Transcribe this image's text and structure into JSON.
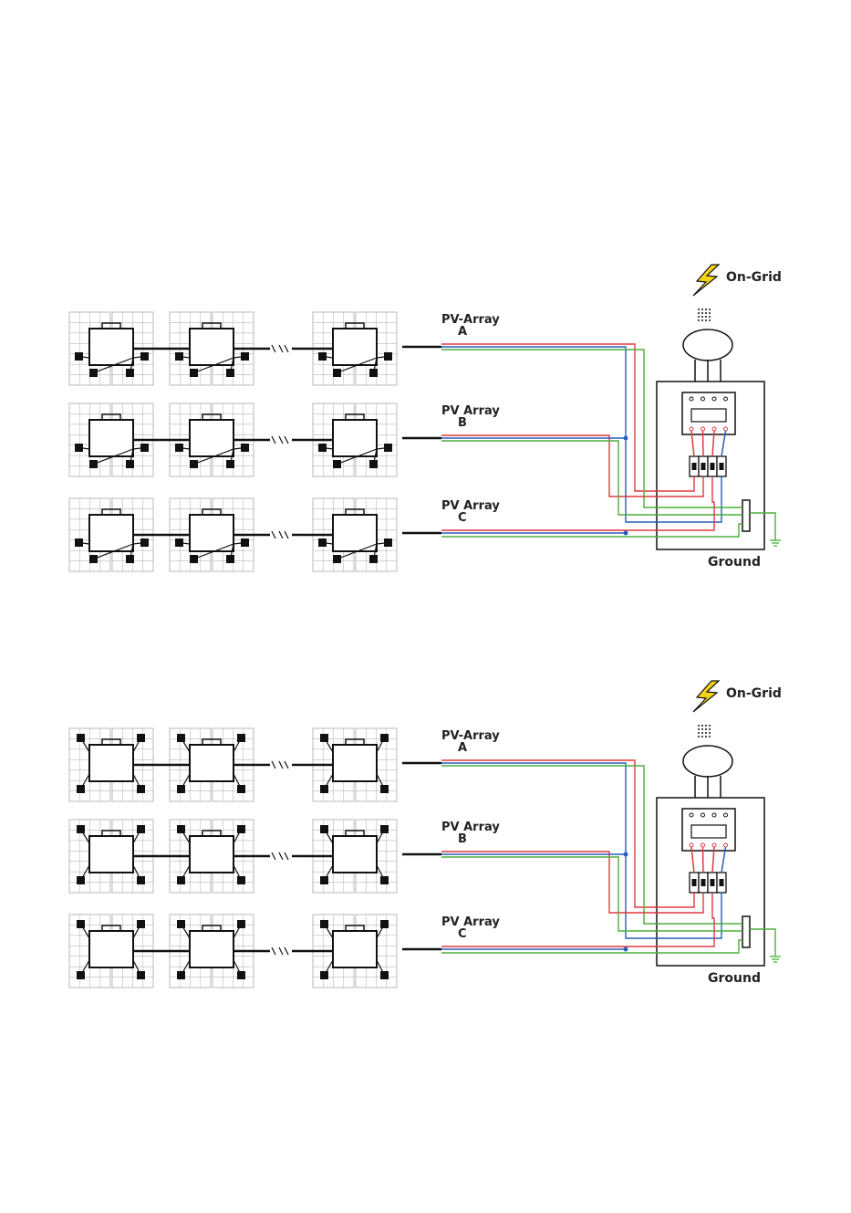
{
  "diagrams": [
    {
      "id": "top",
      "grid_label": "On-Grid",
      "ground_label": "Ground",
      "arrays": [
        {
          "line1": "PV-Array",
          "line2": "A"
        },
        {
          "line1": "PV Array",
          "line2": "B"
        },
        {
          "line1": "PV Array",
          "line2": "C"
        }
      ]
    },
    {
      "id": "bottom",
      "grid_label": "On-Grid",
      "ground_label": "Ground",
      "arrays": [
        {
          "line1": "PV-Array",
          "line2": "A"
        },
        {
          "line1": "PV Array",
          "line2": "B"
        },
        {
          "line1": "PV Array",
          "line2": "C"
        }
      ]
    }
  ],
  "colors": {
    "line": "#111111",
    "live": "#e0393e",
    "neutral": "#2a5db8",
    "earth": "#4caf3a",
    "bolt": "#f2d21b",
    "panel_grid": "#b8b8b8"
  }
}
